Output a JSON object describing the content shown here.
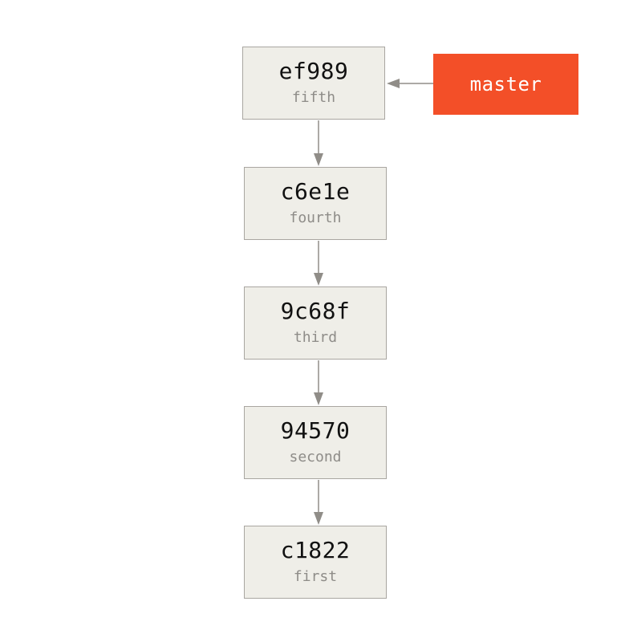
{
  "commits": [
    {
      "sha": "ef989",
      "message": "fifth"
    },
    {
      "sha": "c6e1e",
      "message": "fourth"
    },
    {
      "sha": "9c68f",
      "message": "third"
    },
    {
      "sha": "94570",
      "message": "second"
    },
    {
      "sha": "c1822",
      "message": "first"
    }
  ],
  "branch": {
    "name": "master"
  },
  "colors": {
    "commit_fill": "#efeee8",
    "commit_border": "#a9a6a1",
    "branch_fill": "#f34f28",
    "arrow": "#908d88"
  }
}
